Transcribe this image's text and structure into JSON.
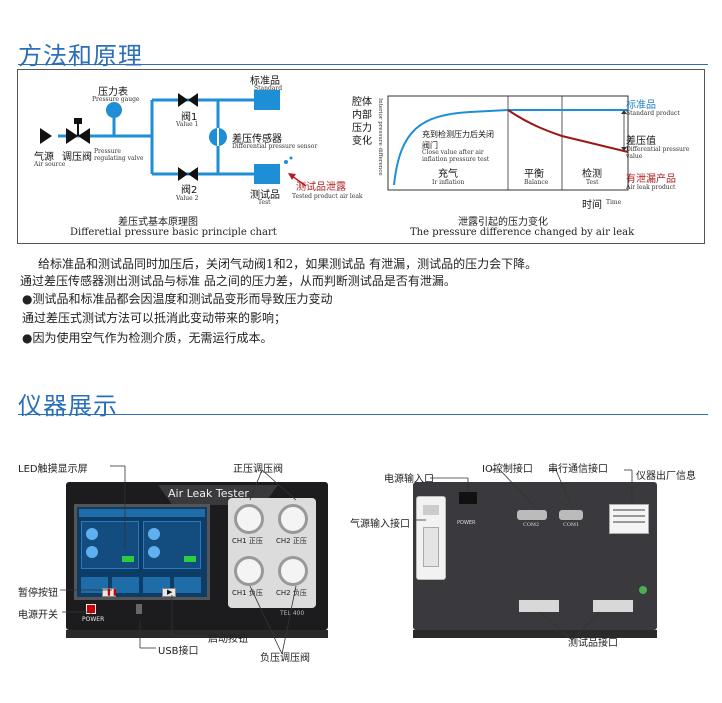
{
  "section1": {
    "title": "方法和原理"
  },
  "schematic": {
    "gauge_cn": "压力表",
    "gauge_en": "Pressure gauge",
    "source_cn": "气源",
    "source_en": "Air source",
    "regulator_cn": "调压阀",
    "regulator_en": "Pressure regulating valve",
    "valve1_cn": "阀1",
    "valve1_en": "Value 1",
    "valve2_cn": "阀2",
    "valve2_en": "Value 2",
    "standard_cn": "标准品",
    "standard_en": "Standard",
    "sensor_cn": "差压传感器",
    "sensor_en": "Differential pressure sensor",
    "test_cn": "测试品",
    "test_en": "Test",
    "leak_cn": "测试品泄露",
    "leak_en": "Tested product air leak",
    "caption_cn": "差压式基本原理图",
    "caption_en": "Differetial pressure basic principle chart"
  },
  "leak_chart": {
    "yaxis_cn": "腔体内部压力变化",
    "yaxis_en": "Interior pressure difference",
    "close_cn": "充到检测压力后关闭阀门",
    "close_en": "Close value after air inflation pressure test",
    "inflate_cn": "充气",
    "inflate_en": "Ir inflation",
    "balance_cn": "平衡",
    "balance_en": "Balance",
    "detect_cn": "检测",
    "detect_en": "Test",
    "std_cn": "标准品",
    "std_en": "Standard product",
    "diff_cn": "差压值",
    "diff_en": "Differential pressure value",
    "leakp_cn": "有泄漏产品",
    "leakp_en": "Air leak product",
    "time_cn": "时间",
    "time_en": "Time",
    "caption_cn": "泄露引起的压力变化",
    "caption_en": "The pressure difference changed by air leak"
  },
  "body": {
    "line1": "给标准品和测试品同时加压后，关闭气动阀1和2，如果测试品 有泄漏，测试品的压力会下降。",
    "line2": "通过差压传感器测出测试品与标准 品之间的压力差，从而判断测试品是否有泄漏。",
    "bullet1": "测试品和标准品都会因温度和测试品变形而导致压力变动",
    "line3": "通过差压式测试方法可以抵消此变动带来的影响；",
    "bullet2": "因为使用空气作为检测介质，无需运行成本。"
  },
  "section2": {
    "title": "仪器展示"
  },
  "front": {
    "brand": "Air Leak Tester",
    "ch1_pos": "CH1 正压",
    "ch2_pos": "CH2 正压",
    "ch1_neg": "CH1 负压",
    "ch2_neg": "CH2 负压",
    "power": "POWER",
    "model": "TEL 400",
    "lbl_lcd": "LED触摸显示屏",
    "lbl_pos_valve": "正压调压阀",
    "lbl_pause": "暂停按钮",
    "lbl_power": "电源开关",
    "lbl_start": "启动按钮",
    "lbl_usb": "USB接口",
    "lbl_neg_valve": "负压调压阀"
  },
  "back": {
    "lbl_power_in": "电源输入口",
    "lbl_io": "IO控制接口",
    "lbl_serial": "串行通信接口",
    "lbl_nameplate": "仪器出厂信息",
    "lbl_air_in": "气源输入接口",
    "lbl_test_port": "测试品接口",
    "power_mark": "POWER",
    "com2": "COM2",
    "com1": "COM1"
  }
}
